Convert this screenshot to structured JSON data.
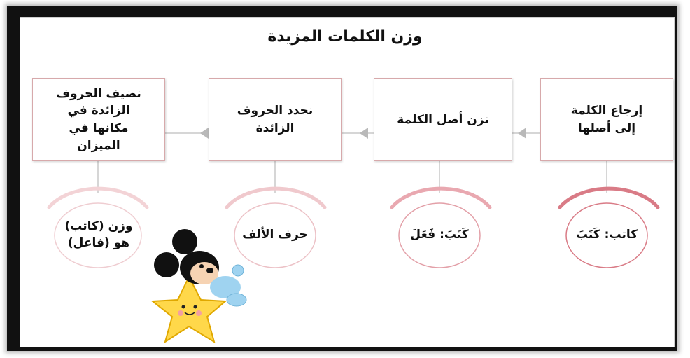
{
  "title": "وزن الكلمات المزيدة",
  "steps": [
    {
      "label": "إرجاع  الكلمة\nإلى أصلها",
      "example": "كاتب: كَتَبَ"
    },
    {
      "label": "نزن أصل الكلمة",
      "example": "كَتَبَ: فَعَلَ"
    },
    {
      "label": "نحدد الحروف\nالزائدة",
      "example": "حرف الألف"
    },
    {
      "label": "نضيف الحروف\nالزائدة في\nمكانها في\nالميزان",
      "example": "وزن (كاتب)\nهو (فاعل)"
    }
  ],
  "colors": {
    "frame": "#111111",
    "box_border": "#d7a9ab",
    "connector": "#c9c9c9",
    "circle_strong": "#d97b86",
    "circle_light": "#f0c9cd"
  },
  "decoration": "mickey-mouse-on-star-clipart"
}
